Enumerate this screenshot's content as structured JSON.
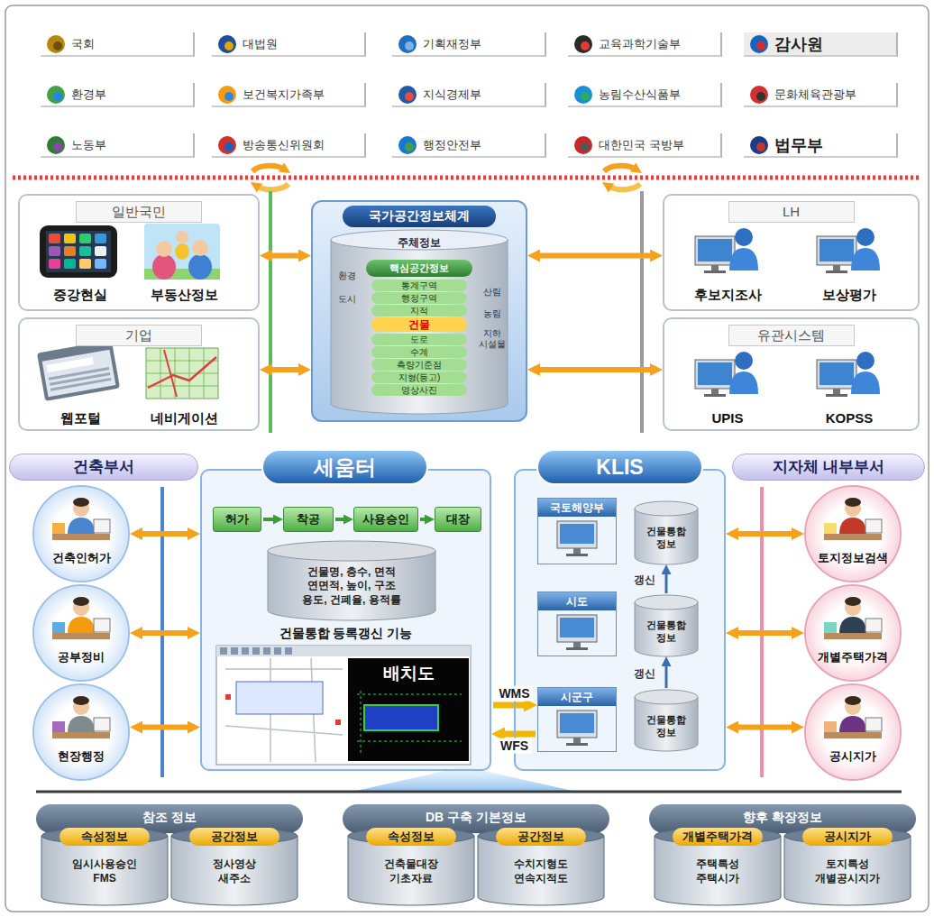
{
  "diagram": {
    "nodes": [
      {
        "text": [
          "국회"
        ]
      },
      {
        "text": [
          "대법원"
        ]
      },
      {
        "text": [
          "기획재정부"
        ]
      },
      {
        "text": [
          "교육과학기술부"
        ]
      },
      {
        "text": [
          "감사원"
        ]
      },
      {
        "text": [
          "환경부"
        ]
      },
      {
        "text": [
          "보건복지가족부"
        ]
      },
      {
        "text": [
          "지식경제부"
        ]
      },
      {
        "text": [
          "농림수산식품부"
        ]
      },
      {
        "text": [
          "문화체육관광부"
        ]
      },
      {
        "text": [
          "노동부"
        ]
      },
      {
        "text": [
          "방송통신위원회"
        ]
      },
      {
        "text": [
          "행정안전부"
        ]
      },
      {
        "text": [
          "대한민국 국방부"
        ]
      },
      {
        "text": [
          "법무부"
        ]
      },
      {
        "text": [
          "일반국민",
          "중강현실",
          "부동산정보"
        ]
      },
      {
        "text": [
          "기업",
          "웹포털",
          "네비게이션"
        ]
      },
      {
        "text": [
          "국가공간정보체계"
        ]
      },
      {
        "text": [
          "주체정보"
        ],
        "in": 17
      },
      {
        "text": [
          "핵심공간정보"
        ],
        "in": 18
      },
      {
        "text": [
          "통계구역"
        ],
        "in": 18
      },
      {
        "text": [
          "행정구역"
        ],
        "in": 18
      },
      {
        "text": [
          "지적"
        ],
        "in": 18
      },
      {
        "text": [
          "건물"
        ],
        "in": 18
      },
      {
        "text": [
          "도로"
        ],
        "in": 18
      },
      {
        "text": [
          "수계"
        ],
        "in": 18
      },
      {
        "text": [
          "측량기준점"
        ],
        "in": 18
      },
      {
        "text": [
          "지형(등고)"
        ],
        "in": 18
      },
      {
        "text": [
          "영상사진"
        ],
        "in": 18
      },
      {
        "text": [
          "LH",
          "후보지조사",
          "보상평가"
        ]
      },
      {
        "text": [
          "유관시스템",
          "UPIS",
          "KOPSS"
        ]
      },
      {
        "text": [
          "건축부서"
        ]
      },
      {
        "text": [
          "건축인허가"
        ]
      },
      {
        "text": [
          "공부정비"
        ]
      },
      {
        "text": [
          "현장행정"
        ]
      },
      {
        "text": [
          "세움터",
          "건물통합 등록갱신 기능"
        ]
      },
      {
        "text": [
          "허가"
        ],
        "in": 35
      },
      {
        "text": [
          "착공"
        ],
        "in": 35
      },
      {
        "text": [
          "사용승인"
        ],
        "in": 35
      },
      {
        "text": [
          "대장"
        ],
        "in": 35
      },
      {
        "text": [
          "건물명, 층수, 면적 연면적, 높이, 구조 용도, 건폐율, 용적률"
        ],
        "in": 35
      },
      {
        "text": [
          "배치도"
        ],
        "in": 35
      },
      {
        "text": [
          "KLIS"
        ]
      },
      {
        "text": [
          "국토해양부"
        ],
        "in": 42
      },
      {
        "text": [
          "건물통합 정보"
        ],
        "in": 42
      },
      {
        "text": [
          "시도"
        ],
        "in": 42
      },
      {
        "text": [
          "건물통합 정보"
        ],
        "in": 42
      },
      {
        "text": [
          "시군구"
        ],
        "in": 42
      },
      {
        "text": [
          "건물통합 정보"
        ],
        "in": 42
      },
      {
        "text": [
          "지자체 내부부서"
        ]
      },
      {
        "text": [
          "토지정보검색"
        ]
      },
      {
        "text": [
          "개별주택가격"
        ]
      },
      {
        "text": [
          "공시지가"
        ]
      },
      {
        "text": [
          "참조 정보"
        ]
      },
      {
        "text": [
          "속성정보",
          "임시사용승인 FMS"
        ],
        "in": 53
      },
      {
        "text": [
          "공간정보",
          "정사영상 새주소"
        ],
        "in": 53
      },
      {
        "text": [
          "DB 구축 기본정보"
        ]
      },
      {
        "text": [
          "속성정보",
          "건축물대장 기초자료"
        ],
        "in": 56
      },
      {
        "text": [
          "공간정보",
          "수치지형도 연속지적도"
        ],
        "in": 56
      },
      {
        "text": [
          "향후 확장정보"
        ]
      },
      {
        "text": [
          "개별주택가격",
          "주택특성 주택시가"
        ],
        "in": 59
      },
      {
        "text": [
          "공시지가",
          "토지특성 개별공시지가"
        ],
        "in": 59
      }
    ],
    "edges": [
      {
        "from": 17,
        "to": 15,
        "arrow": "both"
      },
      {
        "from": 17,
        "to": 16,
        "arrow": "both"
      },
      {
        "from": 17,
        "to": 29,
        "arrow": "both"
      },
      {
        "from": 17,
        "to": 30,
        "arrow": "both"
      },
      {
        "from": 36,
        "to": 37,
        "arrow": "to"
      },
      {
        "from": 37,
        "to": 38,
        "arrow": "to"
      },
      {
        "from": 38,
        "to": 39,
        "arrow": "to"
      },
      {
        "from": 35,
        "to": 47,
        "label": "WMS",
        "arrow": "to"
      },
      {
        "from": 47,
        "to": 35,
        "label": "WFS",
        "arrow": "to"
      },
      {
        "from": 48,
        "to": 46,
        "label": "갱신",
        "arrow": "to"
      },
      {
        "from": 46,
        "to": 44,
        "label": "갱신",
        "arrow": "to"
      },
      {
        "from": 32,
        "to": 35,
        "arrow": "both"
      },
      {
        "from": 33,
        "to": 35,
        "arrow": "both"
      },
      {
        "from": 34,
        "to": 35,
        "arrow": "both"
      },
      {
        "from": 50,
        "to": 42,
        "arrow": "both"
      },
      {
        "from": 51,
        "to": 42,
        "arrow": "both"
      },
      {
        "from": 52,
        "to": 42,
        "arrow": "both"
      }
    ],
    "labels": [
      "환경",
      "도시",
      "산림",
      "농림",
      "지하 시설물"
    ]
  }
}
